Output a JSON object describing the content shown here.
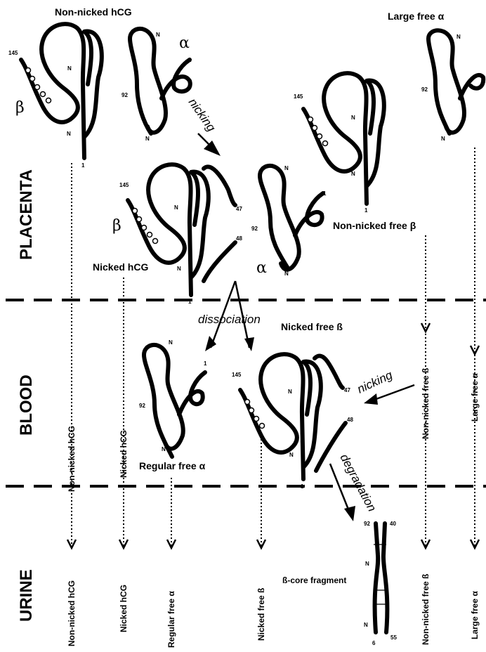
{
  "regions": {
    "placenta": "PLACENTA",
    "blood": "BLOOD",
    "urine": "URINE"
  },
  "molecules": {
    "non_nicked_hcg": "Non-nicked hCG",
    "large_free_alpha": "Large free α",
    "nicked_hcg": "Nicked hCG",
    "non_nicked_free_beta": "Non-nicked free β",
    "nicked_free_beta": "Nicked free ß",
    "regular_free_alpha": "Regular free α",
    "beta_core_fragment": "ß-core fragment"
  },
  "subunits": {
    "alpha": "α",
    "beta": "β"
  },
  "processes": {
    "nicking": "nicking",
    "dissociation": "dissociation",
    "degradation": "degradation"
  },
  "residues": {
    "r145": "145",
    "r92": "92",
    "r1": "1",
    "N": "N",
    "r47": "47",
    "r48": "48",
    "r40": "40",
    "r6": "6",
    "r55": "55"
  },
  "column_labels": {
    "non_nicked_hcg": "Non-nicked hCG",
    "nicked_hcg": "Nicked hCG",
    "regular_free_alpha": "Regular free α",
    "nicked_free_beta": "Nicked free ß",
    "non_nicked_free_beta": "Non-nicked free ß",
    "large_free_alpha": "Large free α"
  }
}
